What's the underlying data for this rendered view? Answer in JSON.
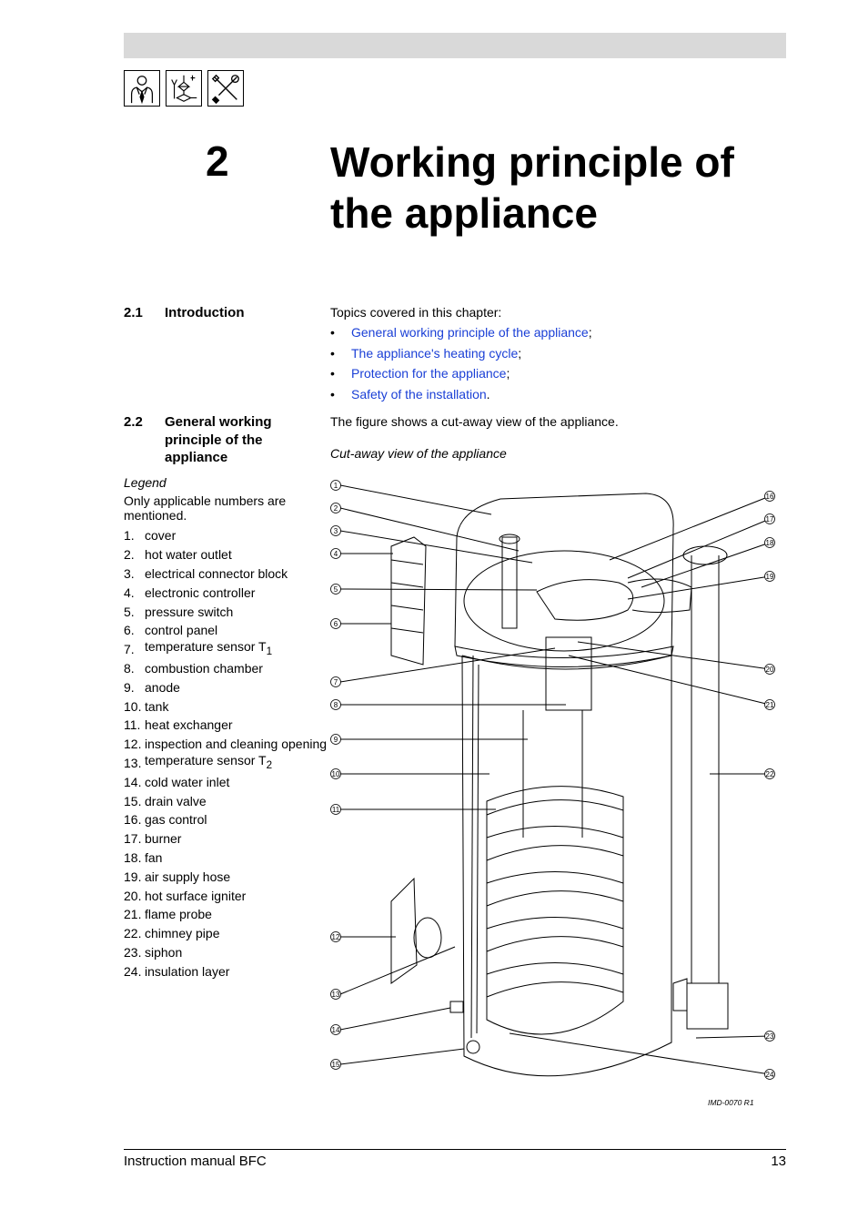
{
  "chapter": {
    "number": "2",
    "title": "Working principle of the appliance"
  },
  "section_intro": {
    "number": "2.1",
    "title": "Introduction",
    "lead": "Topics covered in this chapter:",
    "topics": [
      {
        "link": "General working principle of the appliance",
        "end": ";"
      },
      {
        "link": "The appliance's heating cycle",
        "end": ";"
      },
      {
        "link": "Protection for the appliance",
        "end": ";"
      },
      {
        "link": "Safety of the installation",
        "end": "."
      }
    ]
  },
  "section_general": {
    "number": "2.2",
    "title": "General working principle of the appliance",
    "text": "The figure shows a cut-away view of the appliance.",
    "caption": "Cut-away view of the appliance"
  },
  "legend": {
    "heading": "Legend",
    "note": "Only applicable numbers are mentioned.",
    "items": [
      {
        "n": "1.",
        "t": "cover"
      },
      {
        "n": "2.",
        "t": "hot water outlet"
      },
      {
        "n": "3.",
        "t": "electrical connector block"
      },
      {
        "n": "4.",
        "t": "electronic controller"
      },
      {
        "n": "5.",
        "t": "pressure switch"
      },
      {
        "n": "6.",
        "t": "control panel"
      },
      {
        "n": "7.",
        "t": "temperature sensor T",
        "sub": "1"
      },
      {
        "n": "8.",
        "t": "combustion chamber"
      },
      {
        "n": "9.",
        "t": "anode"
      },
      {
        "n": "10.",
        "t": "tank"
      },
      {
        "n": "11.",
        "t": "heat exchanger"
      },
      {
        "n": "12.",
        "t": "inspection and cleaning opening"
      },
      {
        "n": "13.",
        "t": "temperature sensor T",
        "sub": "2"
      },
      {
        "n": "14.",
        "t": "cold water inlet"
      },
      {
        "n": "15.",
        "t": "drain valve"
      },
      {
        "n": "16.",
        "t": "gas control"
      },
      {
        "n": "17.",
        "t": "burner"
      },
      {
        "n": "18.",
        "t": "fan"
      },
      {
        "n": "19.",
        "t": "air supply hose"
      },
      {
        "n": "20.",
        "t": "hot surface igniter"
      },
      {
        "n": "21.",
        "t": "flame probe"
      },
      {
        "n": "22.",
        "t": "chimney pipe"
      },
      {
        "n": "23.",
        "t": "siphon"
      },
      {
        "n": "24.",
        "t": "insulation layer"
      }
    ]
  },
  "figure": {
    "ref": "IMD-0070 R1",
    "callouts_left": [
      "1",
      "2",
      "3",
      "4",
      "5",
      "6",
      "7",
      "8",
      "9",
      "10",
      "11",
      "12",
      "13",
      "14",
      "15"
    ],
    "callouts_right": [
      "16",
      "17",
      "18",
      "19",
      "20",
      "21",
      "22",
      "23",
      "24"
    ]
  },
  "icons": [
    "user-icon",
    "valve-icon",
    "tools-icon"
  ],
  "footer": {
    "manual": "Instruction manual BFC",
    "page": "13"
  }
}
